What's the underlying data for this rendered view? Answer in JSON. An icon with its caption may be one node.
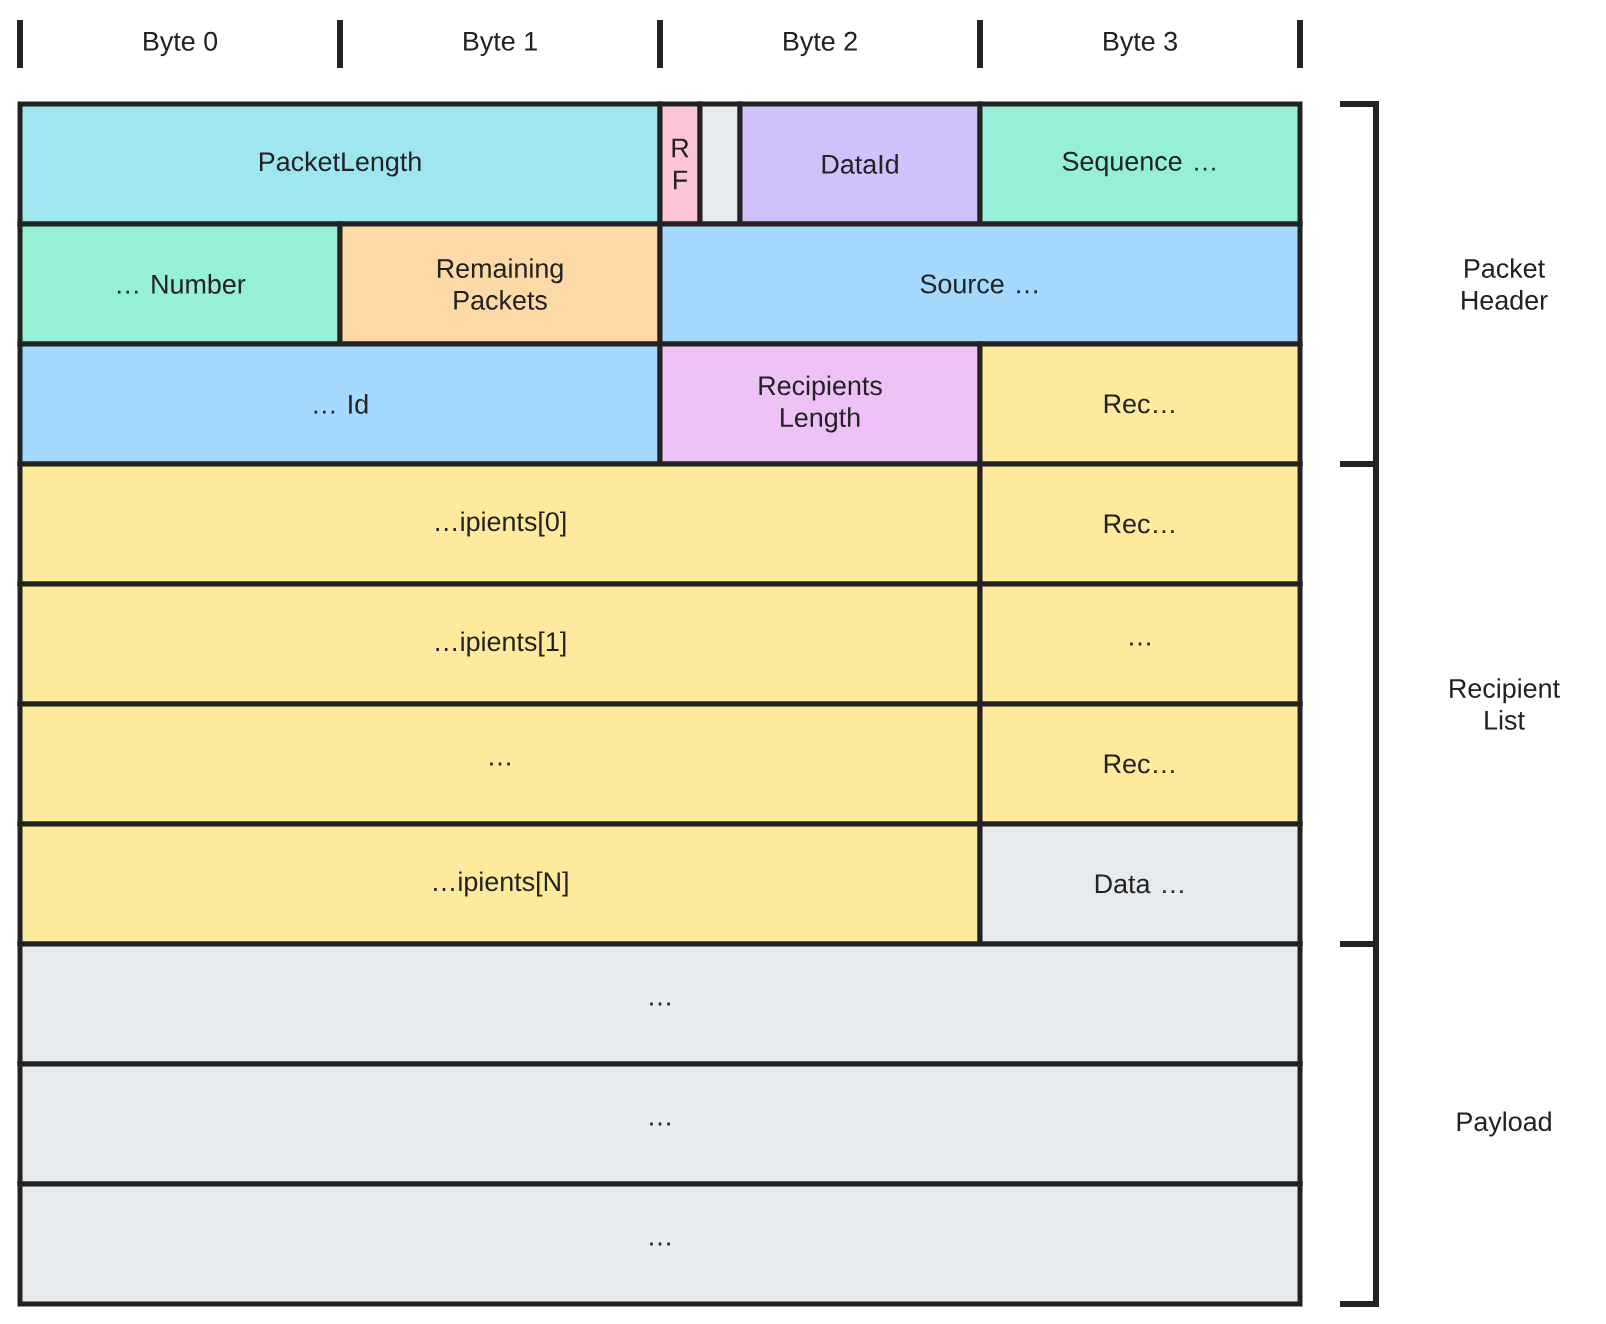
{
  "diagram": {
    "nodes": [
      {
        "text": [
          "PacketLength"
        ]
      },
      {
        "text": [
          "R F"
        ]
      },
      {
        "text": [],
        "shape": "box"
      },
      {
        "text": [
          "DataId"
        ]
      },
      {
        "text": [
          "Sequence …"
        ]
      },
      {
        "text": [
          "… Number"
        ]
      },
      {
        "text": [
          "Remaining Packets"
        ]
      },
      {
        "text": [
          "Source …"
        ]
      },
      {
        "text": [
          "… Id"
        ]
      },
      {
        "text": [
          "Recipients Length"
        ]
      },
      {
        "text": [
          "Rec…"
        ]
      },
      {
        "text": [
          "…ipients[0]"
        ]
      },
      {
        "text": [
          "Rec…"
        ]
      },
      {
        "text": [
          "…ipients[1]"
        ]
      },
      {
        "text": [
          "…"
        ]
      },
      {
        "text": [
          "…"
        ]
      },
      {
        "text": [
          "Rec…"
        ]
      },
      {
        "text": [
          "…ipients[N]"
        ]
      },
      {
        "text": [
          "Data …"
        ]
      },
      {
        "text": [
          "…"
        ]
      },
      {
        "text": [
          "…"
        ]
      },
      {
        "text": [
          "…"
        ]
      }
    ],
    "edges": [],
    "labels": [
      "Byte 0",
      "Byte 1",
      "Byte 2",
      "Byte 3",
      "Packet Header",
      "Recipient List",
      "Payload"
    ]
  }
}
